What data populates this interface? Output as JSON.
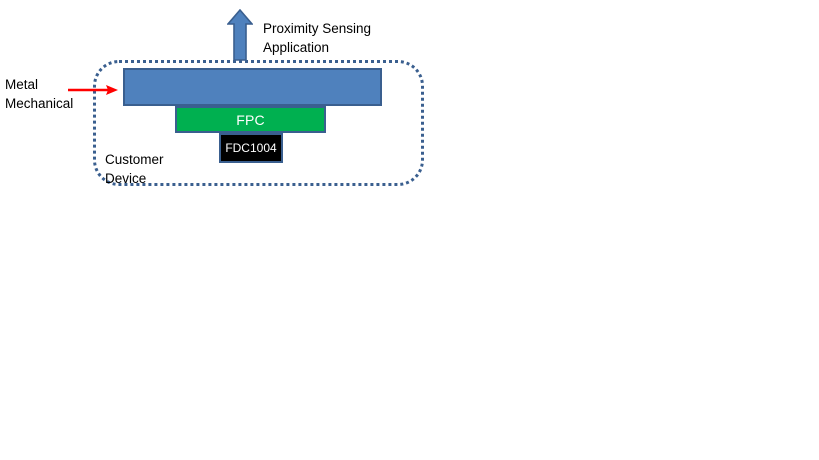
{
  "diagram": {
    "title_text_blocks": {
      "proximity": "Proximity Sensing\nApplication",
      "metal": "Metal\nMechanical",
      "customer": "Customer\nDevice"
    },
    "blocks": {
      "metal_plate": {
        "label": "",
        "color": "#4F81BD",
        "border_color": "#3A5F8F"
      },
      "fpc": {
        "label": "FPC",
        "color": "#00B050",
        "border_color": "#3A5F8F",
        "text_color": "#FFFFFF"
      },
      "chip": {
        "label": "FDC1004",
        "color": "#000000",
        "border_color": "#3A5F8F",
        "text_color": "#FFFFFF"
      }
    },
    "enclosure": {
      "style": "dotted-rounded-rectangle",
      "color": "#3A5F8F"
    },
    "arrows": {
      "up_arrow": {
        "name": "sensing-direction-arrow",
        "color": "#4F81BD",
        "outline": "#3A5F8F",
        "direction": "up"
      },
      "red_arrow": {
        "name": "metal-mechanical-pointer",
        "color": "#FF0000",
        "direction": "right"
      }
    }
  }
}
